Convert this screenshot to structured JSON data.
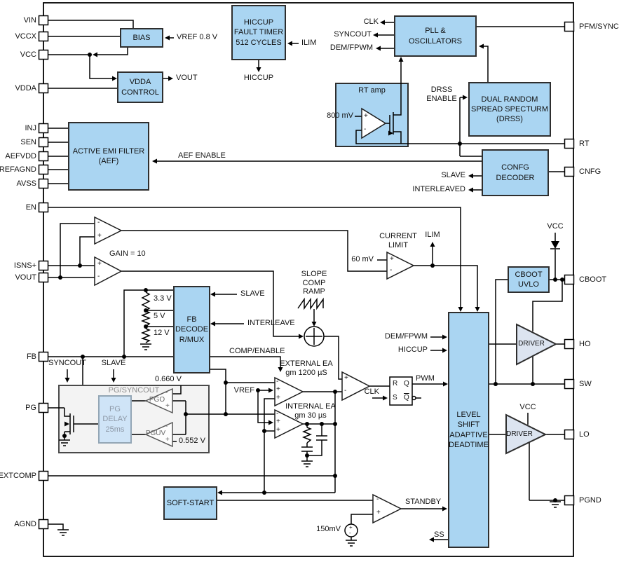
{
  "title": "Power converter functional block diagram",
  "colors": {
    "block_fill": "#aad5f2",
    "block_border": "#2e2e2e",
    "driver_fill": "#dce4f0",
    "pg_box_fill": "#f3f3f3",
    "pg_delay_fill": "#cfe4f7",
    "wire": "#000000",
    "background": "#ffffff"
  },
  "pins": {
    "left": [
      "VIN",
      "VCCX",
      "VCC",
      "VDDA",
      "INJ",
      "SEN",
      "AEFVDD",
      "REFAGND",
      "AVSS",
      "EN",
      "ISNS+",
      "VOUT",
      "FB",
      "PG",
      "EXTCOMP",
      "AGND"
    ],
    "right": [
      "PFM/SYNC",
      "RT",
      "CNFG",
      "CBOOT",
      "HO",
      "SW",
      "LO",
      "PGND"
    ]
  },
  "blocks": {
    "bias": "BIAS",
    "vdda_control": "VDDA\nCONTROL",
    "hiccup_timer": "HICCUP\nFAULT TIMER\n512 CYCLES",
    "pll": "PLL &\nOSCILLATORS",
    "rt_amp": "RT amp",
    "drss": "DUAL RANDOM\nSPREAD SPECTURM\n(DRSS)",
    "aef": "ACTIVE EMI FILTER\n(AEF)",
    "confg_decoder": "CONFG\nDECODER",
    "cboot_uvlo": "CBOOT\nUVLO",
    "fb_decode": "FB\nDECODE\nR/MUX",
    "level_shift": "LEVEL\nSHIFT\nADAPTIVE\nDEADTIME",
    "driver": "DRIVER",
    "pg_syncout": "PG/SYNCOUT",
    "pg_delay": "PG\nDELAY\n25ms",
    "soft_start": "SOFT-START"
  },
  "flipflop": {
    "r": "R",
    "s": "S",
    "q": "Q"
  },
  "labels": {
    "vref08": "VREF 0.8 V",
    "vout_out": "VOUT",
    "ilim_timer": "ILIM",
    "hiccup_out": "HICCUP",
    "clk": "CLK",
    "syncout": "SYNCOUT",
    "dem_fpwm": "DEM/FPWM",
    "drss_enable": "DRSS\nENABLE",
    "aef_enable": "AEF ENABLE",
    "slave_confg": "SLAVE",
    "interleaved": "INTERLEAVED",
    "gain10": "GAIN = 10",
    "current_limit": "CURRENT\nLIMIT",
    "mv60": "60 mV",
    "ilim_out": "ILIM",
    "v33": "3.3 V",
    "v5": "5 V",
    "v12": "12 V",
    "slave_fb": "SLAVE",
    "interleave": "INTERLEAVE",
    "comp_enable": "COMP/ENABLE",
    "slope": "SLOPE\nCOMP\nRAMP",
    "external_ea": "EXTERNAL EA\ngm 1200 µS",
    "internal_ea": "INTERNAL EA\ngm 30 µs",
    "vref": "VREF",
    "v0660": "0.660 V",
    "v0552": "0.552 V",
    "syncout2": "SYNCOUT",
    "slave2": "SLAVE",
    "clk2": "CLK",
    "pwm": "PWM",
    "dem_fpwm2": "DEM/FPWM",
    "hiccup2": "HICCUP",
    "vcc_diode": "VCC",
    "vcc_lo": "VCC",
    "standby": "STANDBY",
    "mv150": "150mV",
    "ss": "SS",
    "rt_title": "RT amp",
    "mv800": "800 mV",
    "pgo": "PGO",
    "pguv": "PGUV",
    "plus": "+",
    "minus": "-"
  }
}
